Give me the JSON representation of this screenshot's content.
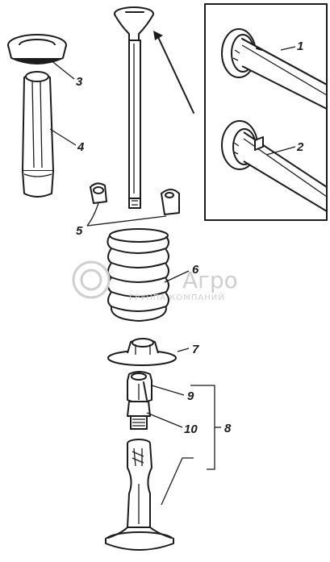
{
  "callouts": {
    "c1": "1",
    "c2": "2",
    "c3": "3",
    "c4": "4",
    "c5": "5",
    "c6": "6",
    "c7": "7",
    "c8": "8",
    "c9": "9",
    "c10": "10"
  },
  "watermark": {
    "brand": "Агро",
    "subtitle": "ГРУППА КОМПАНИЙ"
  },
  "colors": {
    "ink": "#1c1c1c",
    "paper": "#ffffff",
    "watermark": "#cfcfcf"
  }
}
